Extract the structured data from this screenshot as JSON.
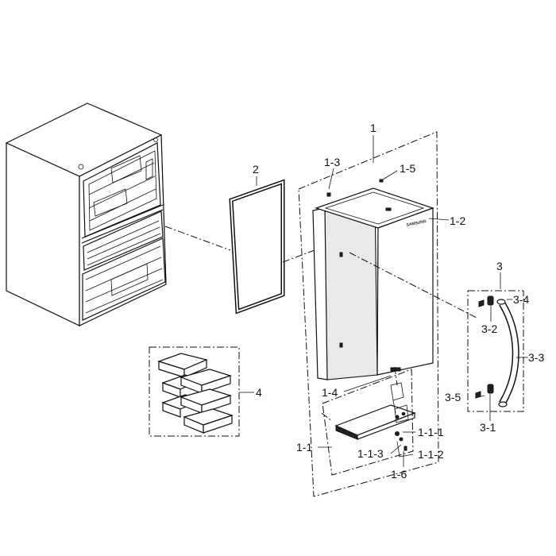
{
  "labels": {
    "door_assembly": "1",
    "gasket": "2",
    "handle_assembly": "3",
    "guard_set": "4",
    "cap_top": "1-3",
    "screw_top": "1-5",
    "door_badge": "1-2",
    "hinge_cover": "1-4",
    "hinge_assembly": "1-1",
    "hinge_part_a": "1-1-1",
    "hinge_part_b": "1-1-2",
    "hinge_part_c": "1-1-3",
    "screw_bottom": "1-6",
    "handle_top_cap": "3-4",
    "handle_top_mount": "3-2",
    "handle_bar": "3-3",
    "handle_bottom_cap": "3-5",
    "handle_bottom_mount": "3-1"
  },
  "brand_text": "SAMSUNG"
}
